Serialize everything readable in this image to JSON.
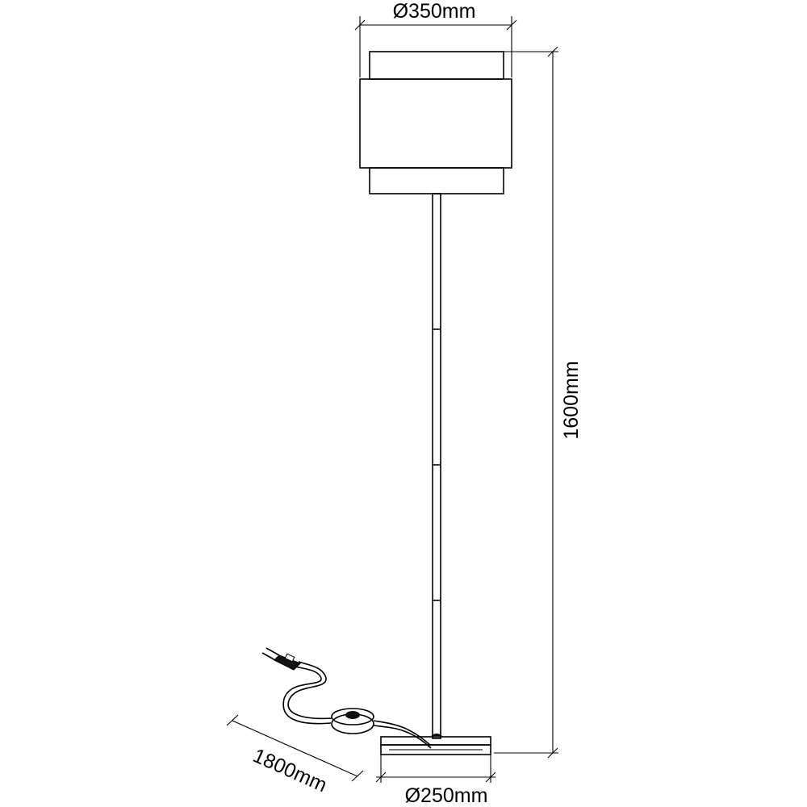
{
  "drawing": {
    "subject": "floor lamp",
    "dimensions": {
      "shade_diameter": "Ø350mm",
      "total_height": "1600mm",
      "cable_length": "1800mm",
      "base_diameter": "Ø250mm"
    }
  }
}
